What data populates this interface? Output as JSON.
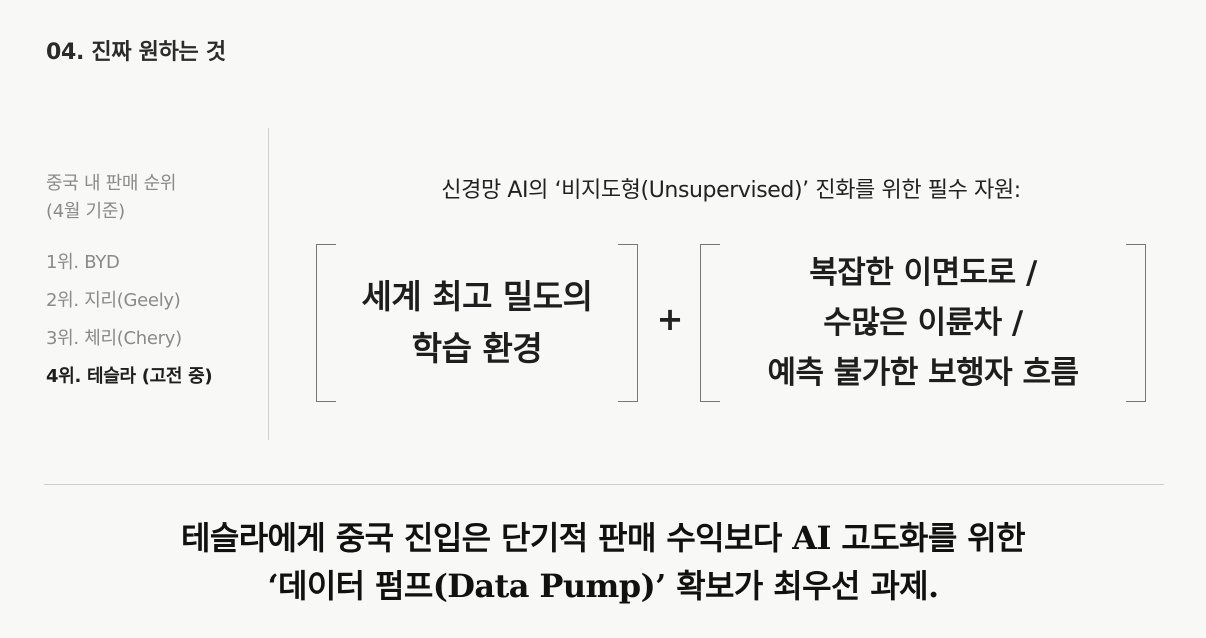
{
  "section_title": "04. 진짜 원하는 것",
  "sidebar": {
    "heading_line1": "중국 내 판매 순위",
    "heading_line2": "(4월 기준)",
    "rankings": [
      {
        "label": "1위. BYD"
      },
      {
        "label": "2위. 지리(Geely)"
      },
      {
        "label": "3위. 체리(Chery)"
      },
      {
        "label": "4위. 테슬라 (고전 중)"
      }
    ]
  },
  "main": {
    "headline": "신경망 AI의 ‘비지도형(Unsupervised)’ 진화를 위한 필수 자원:",
    "box_a": {
      "line1": "세계 최고 밀도의",
      "line2": "학습 환경"
    },
    "plus": "+",
    "box_b": {
      "line1": "복잡한 이면도로 /",
      "line2": "수많은 이륜차 /",
      "line3": "예측 불가한 보행자 흐름"
    }
  },
  "conclusion": {
    "line1": "테슬라에게 중국 진입은 단기적 판매 수익보다 AI 고도화를 위한",
    "line2": "‘데이터 펌프(Data Pump)’ 확보가 최우선 과제."
  }
}
